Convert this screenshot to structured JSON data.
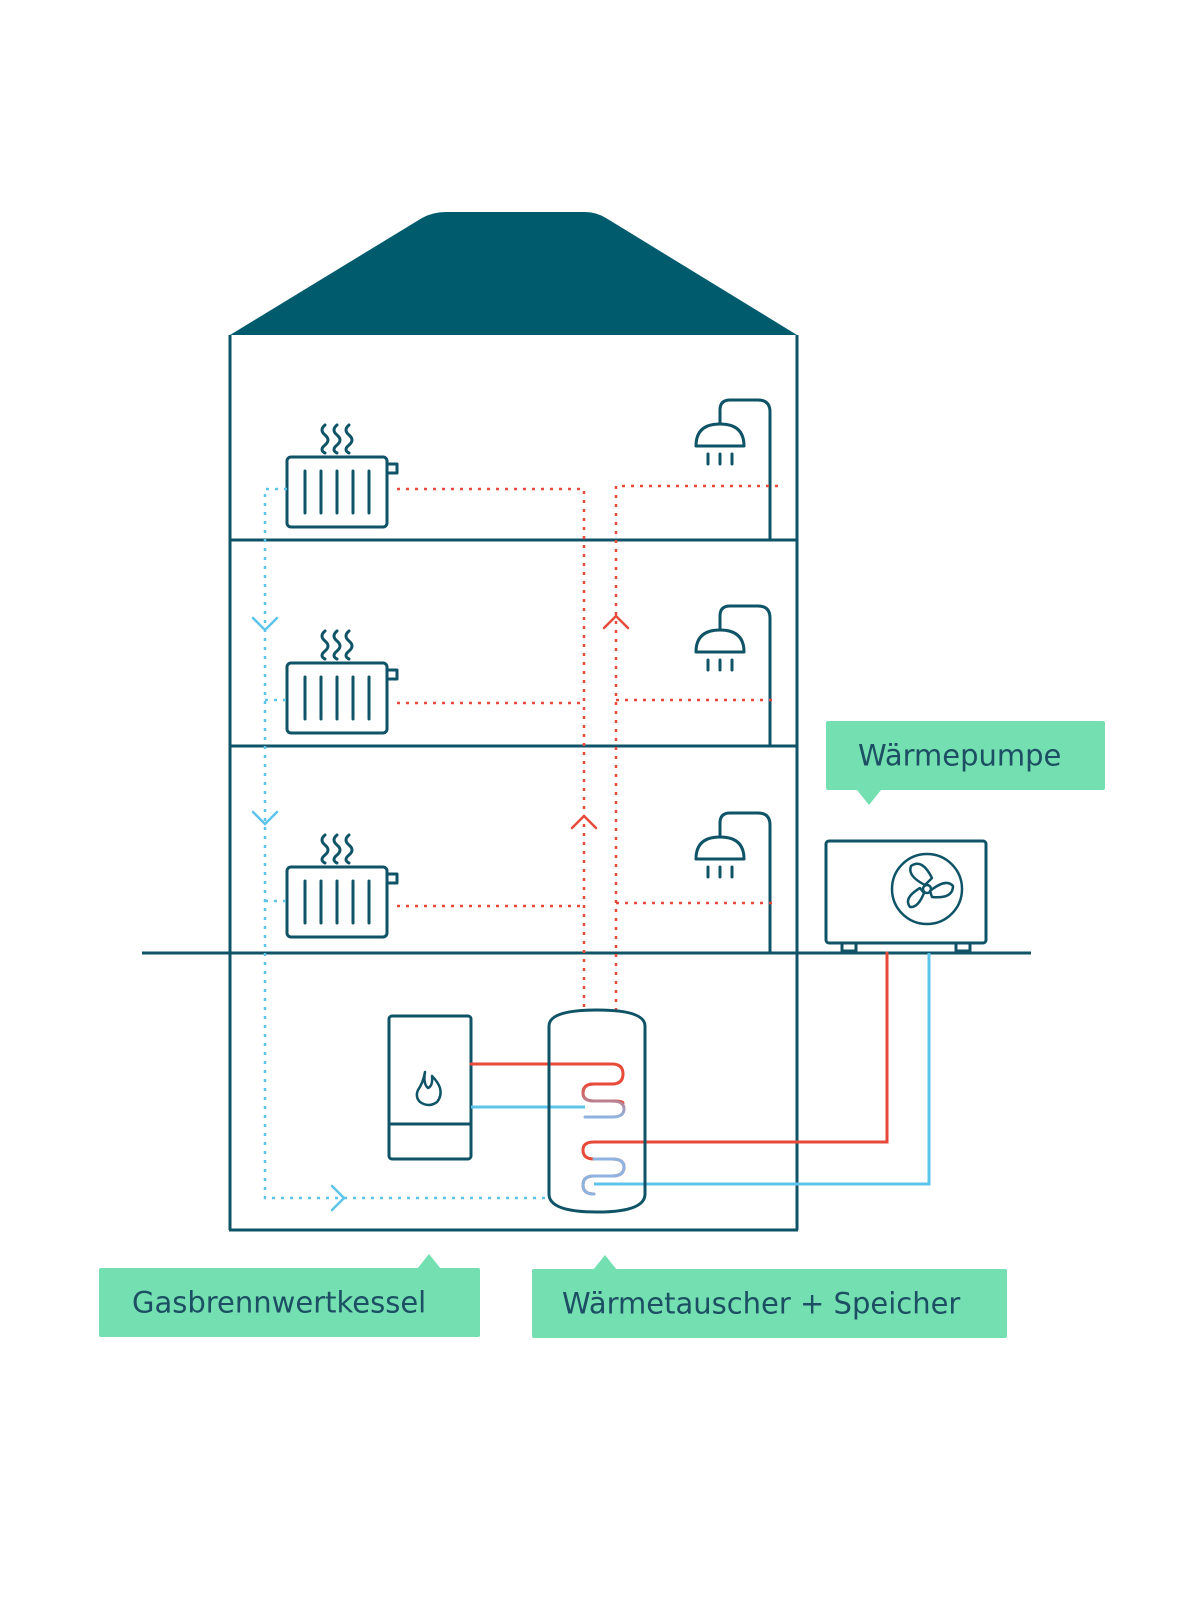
{
  "labels": {
    "heat_pump": "Wärmepumpe",
    "gas_boiler": "Gasbrennwertkessel",
    "exchanger_storage": "Wärmetauscher + Speicher"
  },
  "colors": {
    "outline": "#0f5367",
    "roof": "#005b6d",
    "hot_line": "#e84a3a",
    "cold_line": "#5cc4ea",
    "callout_bg": "#74dfb0",
    "callout_text": "#1c4f63"
  },
  "icons": {
    "radiator": "radiator-icon",
    "shower": "shower-icon",
    "flame": "flame-icon",
    "fan": "fan-icon"
  }
}
